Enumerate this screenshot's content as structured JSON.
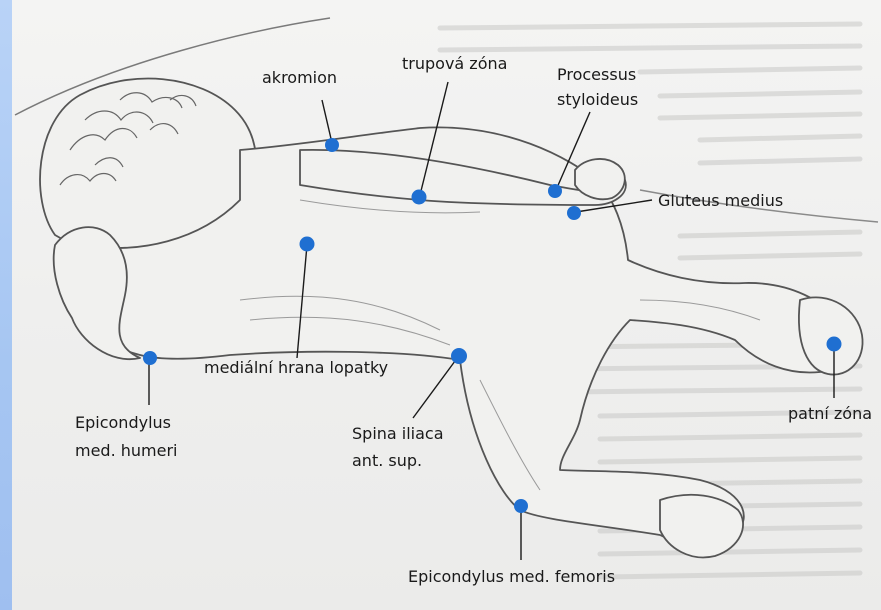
{
  "figure": {
    "description_colors": {
      "marker": "#1f6fd1",
      "leader": "#1a1a1a",
      "sketch": "#6e6e6e",
      "shading": "#9a9a9a",
      "margin_bar": "#a9c7f3"
    }
  },
  "labels": {
    "akromion": "akromion",
    "trupova_zona": "trupová zóna",
    "processus_line1": "Processus",
    "processus_line2": "styloideus",
    "gluteus_medius": "Gluteus medius",
    "medialni_hrana": "mediální hrana lopatky",
    "epicondylus_humeri_line1": "Epicondylus",
    "epicondylus_humeri_line2": "med. humeri",
    "spina_line1": "Spina iliaca",
    "spina_line2": "ant. sup.",
    "patni_zona": "patní zóna",
    "epicondylus_femoris": "Epicondylus med. femoris"
  }
}
